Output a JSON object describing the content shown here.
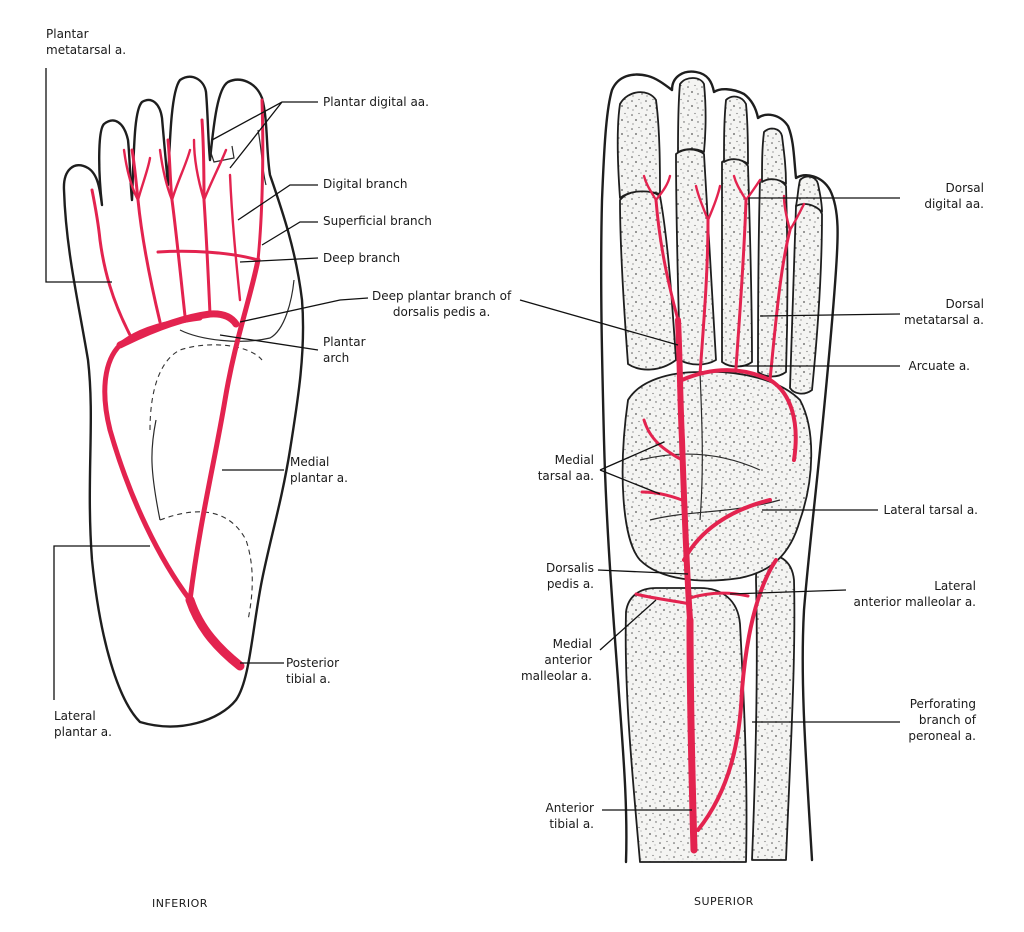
{
  "colors": {
    "artery": "#e3234f",
    "artery_dark": "#b0163b",
    "outline": "#1e1e1e",
    "bone_dots": "#555555"
  },
  "views": {
    "left": "INFERIOR",
    "right": "SUPERIOR"
  },
  "labels": {
    "plantar_metatarsal": [
      "Plantar",
      "metatarsal a."
    ],
    "plantar_digital": [
      "Plantar digital aa."
    ],
    "digital_branch": [
      "Digital branch"
    ],
    "superficial_branch": [
      "Superficial branch"
    ],
    "deep_branch": [
      "Deep branch"
    ],
    "deep_plantar_branch": [
      "Deep plantar branch of",
      "dorsalis pedis a."
    ],
    "plantar_arch": [
      "Plantar",
      "arch"
    ],
    "medial_plantar": [
      "Medial",
      "plantar a."
    ],
    "posterior_tibial": [
      "Posterior",
      "tibial a."
    ],
    "lateral_plantar": [
      "Lateral",
      "plantar a."
    ],
    "dorsal_digital": [
      "Dorsal",
      "digital aa."
    ],
    "dorsal_metatarsal": [
      "Dorsal",
      "metatarsal a."
    ],
    "arcuate": [
      "Arcuate a."
    ],
    "medial_tarsal": [
      "Medial",
      "tarsal aa."
    ],
    "lateral_tarsal": [
      "Lateral tarsal a."
    ],
    "dorsalis_pedis": [
      "Dorsalis",
      "pedis a."
    ],
    "lateral_anterior_malleolar": [
      "Lateral",
      "anterior malleolar a."
    ],
    "medial_anterior_malleolar": [
      "Medial",
      "anterior",
      "malleolar a."
    ],
    "perforating_branch": [
      "Perforating",
      "branch of",
      "peroneal a."
    ],
    "anterior_tibial": [
      "Anterior",
      "tibial a."
    ]
  }
}
